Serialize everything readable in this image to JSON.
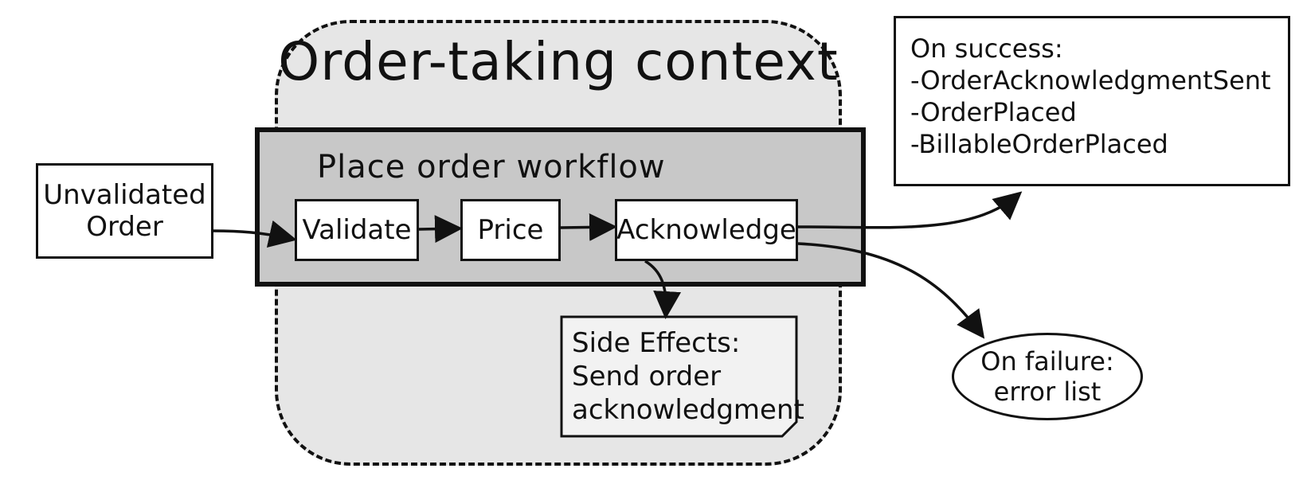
{
  "context": {
    "title": "Order-taking context"
  },
  "workflow": {
    "title": "Place order workflow",
    "steps": [
      "Validate",
      "Price",
      "Acknowledge"
    ]
  },
  "input": {
    "lines": [
      "Unvalidated",
      "Order"
    ]
  },
  "success": {
    "heading": "On success:",
    "events": [
      "-OrderAcknowledgmentSent",
      "-OrderPlaced",
      "-BillableOrderPlaced"
    ]
  },
  "failure": {
    "lines": [
      "On failure:",
      "error list"
    ]
  },
  "side_effects": {
    "lines": [
      "Side Effects:",
      "Send order",
      "acknowledgment"
    ]
  },
  "colors": {
    "context_fill": "#e6e6e6",
    "workflow_fill": "#c8c8c8",
    "note_fill": "#f2f2f2",
    "ink": "#111111"
  }
}
